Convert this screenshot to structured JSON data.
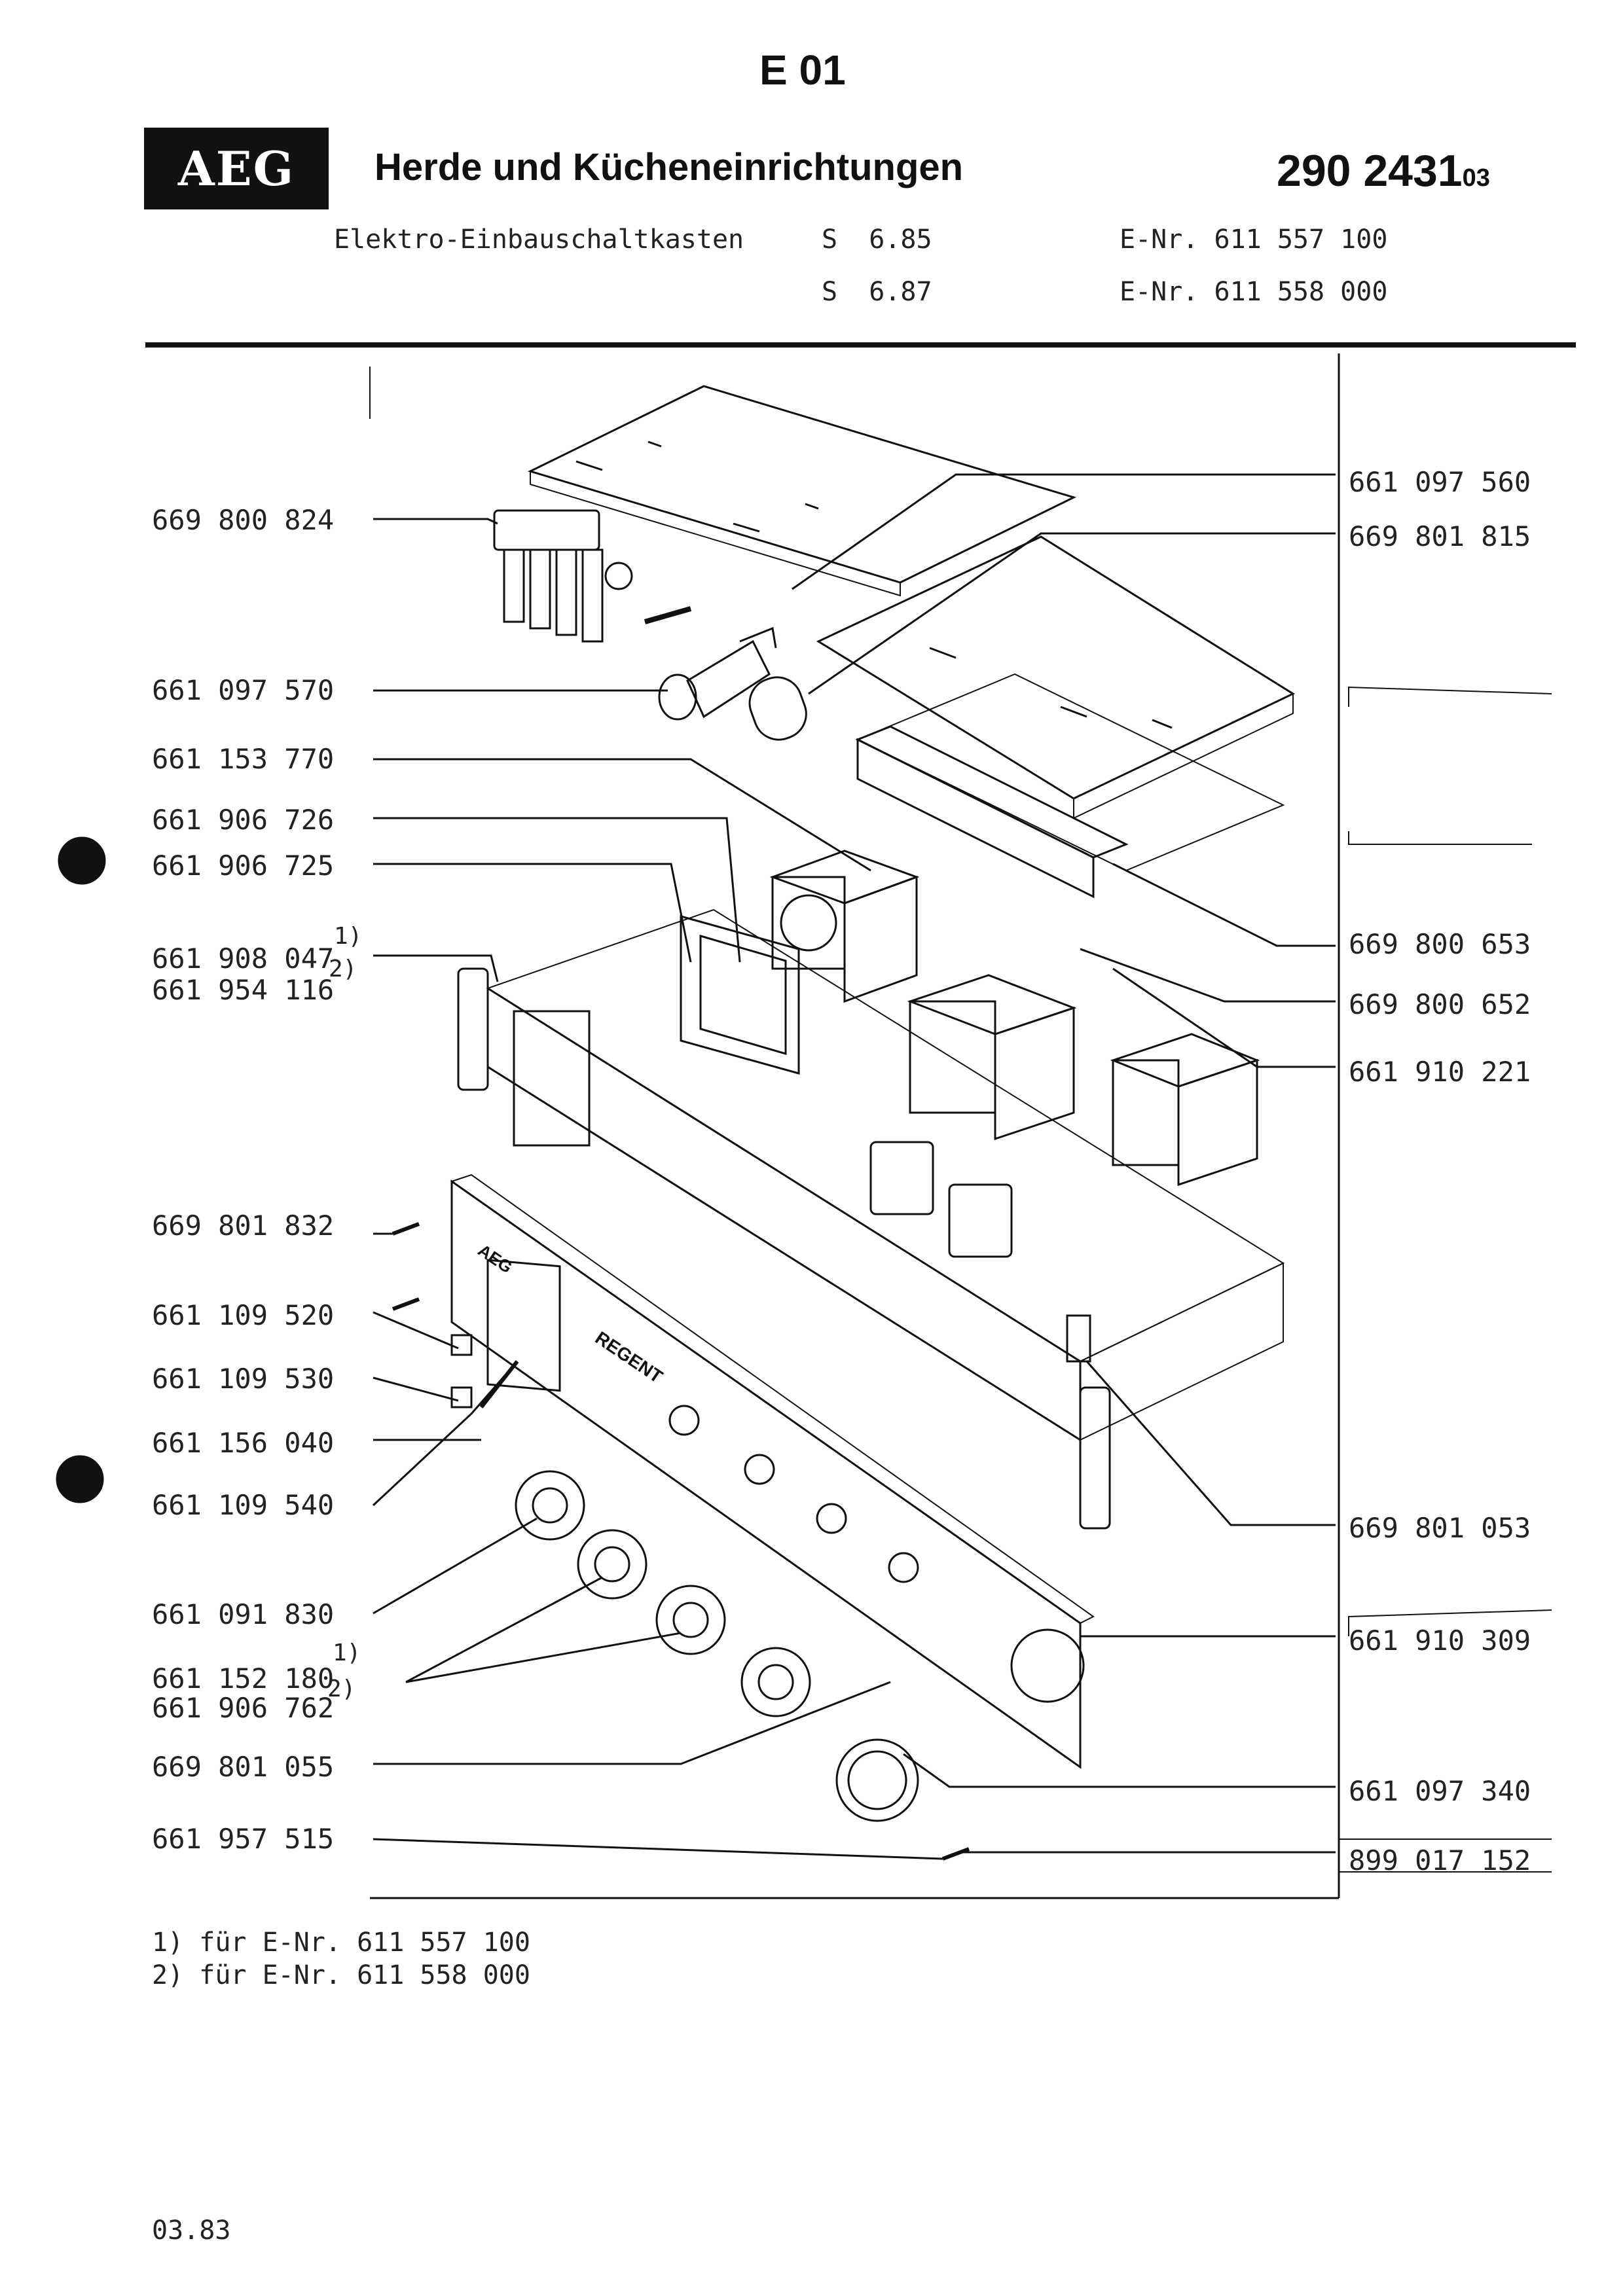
{
  "header": {
    "sheet_code": "E 01",
    "logo_text": "AEG",
    "title": "Herde und Kücheneinrichtungen",
    "doc_number_main": "290 2431",
    "doc_number_suffix": "03",
    "product": "Elektro-Einbauschaltkasten",
    "models": [
      {
        "model": "S  6.85",
        "enr": "E-Nr. 611 557 100"
      },
      {
        "model": "S  6.87",
        "enr": "E-Nr. 611 558 000"
      }
    ]
  },
  "diagram": {
    "left_labels": [
      "669 800 824",
      "661 097 570",
      "661 153 770",
      "661 906 726",
      "661 906 725",
      "661 908 047",
      "661 954 116",
      "669 801 832",
      "661 109 520",
      "661 109 530",
      "661 156 040",
      "661 109 540",
      "661 091 830",
      "661 152 180",
      "661 906 762",
      "669 801 055",
      "661 957 515"
    ],
    "right_labels": [
      "661 097 560",
      "669 801 815",
      "669 800 653",
      "669 800 652",
      "661 910 221",
      "669 801 053",
      "661 910 309",
      "661 097 340",
      "899 017 152"
    ],
    "label_notes": {
      "l5": "1)",
      "l6": "2)",
      "l13": "1)",
      "l14": "2)"
    },
    "panel_texts": {
      "brand": "AEG",
      "model": "REGENT"
    }
  },
  "footnotes": [
    "1) für E-Nr. 611 557 100",
    "2) für E-Nr. 611 558 000"
  ],
  "footer": {
    "date": "03.83"
  }
}
